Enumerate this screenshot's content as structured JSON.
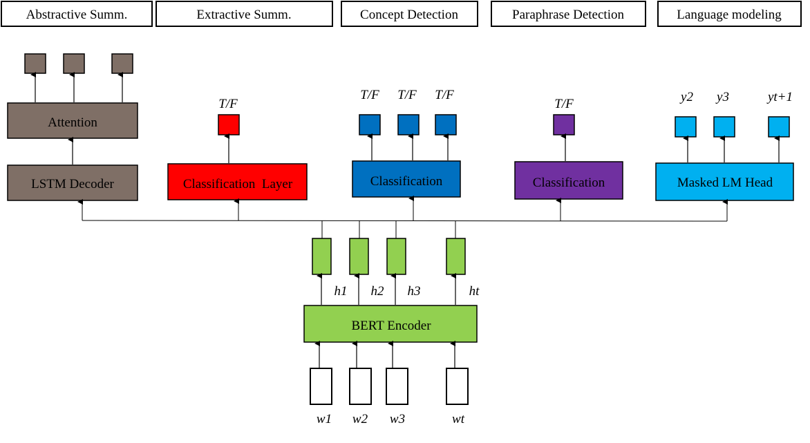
{
  "tasks": {
    "abstractive": "Abstractive Summ.",
    "extractive": "Extractive Summ.",
    "concept": "Concept Detection",
    "paraphrase": "Paraphrase Detection",
    "lm": "Language modeling"
  },
  "heads": {
    "attention": "Attention",
    "lstm_decoder": "LSTM Decoder",
    "classification_layer": "Classification  Layer",
    "classification_concept": "Classification",
    "classification_paraphrase": "Classification",
    "masked_lm_head": "Masked LM Head"
  },
  "outputs": {
    "tf_extractive": "T/F",
    "tf_concept": [
      "T/F",
      "T/F",
      "T/F"
    ],
    "tf_paraphrase": "T/F",
    "lm_tokens": [
      "y2",
      "y3",
      "yt+1"
    ]
  },
  "encoder": {
    "label": "BERT Encoder",
    "hidden_labels": [
      "h1",
      "h2",
      "h3",
      "ht"
    ],
    "input_labels": [
      "w1",
      "w2",
      "w3",
      "wt"
    ]
  },
  "colors": {
    "abstractive": "#7f6f66",
    "extractive": "#ff0000",
    "concept": "#0070c0",
    "paraphrase": "#7030a0",
    "lm": "#00b0f0",
    "encoder": "#92d050"
  }
}
